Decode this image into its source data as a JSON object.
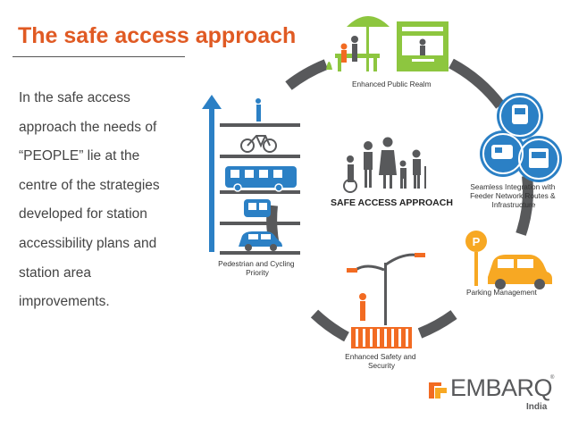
{
  "slide": {
    "title": "The safe access approach",
    "body_lines": [
      "In the safe access",
      "approach the needs of",
      "“PEOPLE” lie at the",
      "centre of the strategies",
      "developed for station",
      "accessibility plans and",
      "station area",
      "improvements."
    ]
  },
  "diagram": {
    "center_label": "SAFE ACCESS APPROACH",
    "nodes": {
      "public_realm": {
        "label": "Enhanced Public Realm"
      },
      "integration": {
        "label_lines": [
          "Seamless Integration with",
          "Feeder Network Routes &",
          "Infrastructure"
        ]
      },
      "parking": {
        "label": "Parking Management",
        "sign": "P"
      },
      "safety": {
        "label_lines": [
          "Enhanced Safety and",
          "Security"
        ]
      },
      "pedestrian": {
        "label_lines": [
          "Pedestrian and Cycling",
          "Priority"
        ]
      }
    },
    "colors": {
      "green": "#8dc63f",
      "blue": "#2b80c5",
      "orange": "#f26b22",
      "yellow": "#f7a823",
      "ring": "#58595b",
      "title": "#e05a23"
    }
  },
  "logo": {
    "word": "EMBARQ",
    "trademark": "®",
    "sub": "India"
  }
}
